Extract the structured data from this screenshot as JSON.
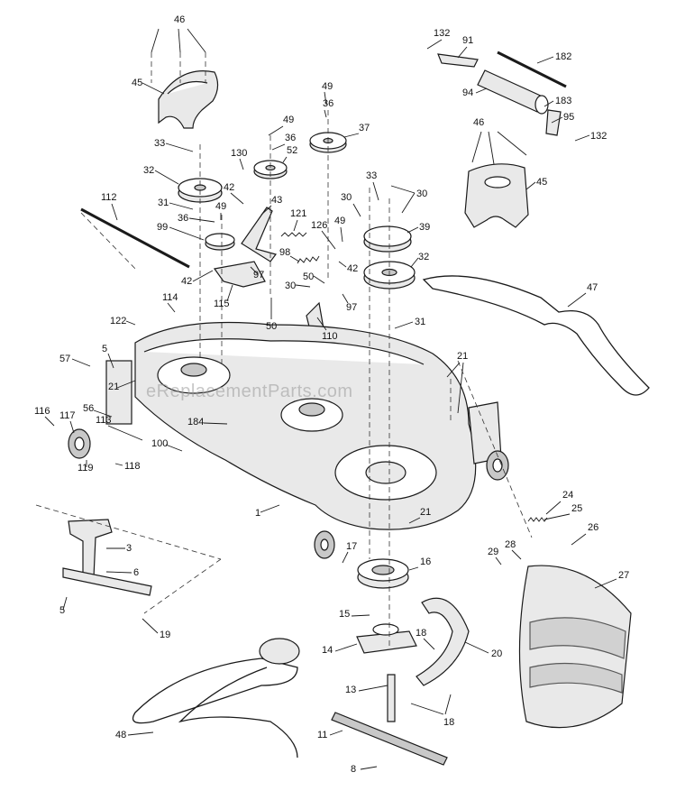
{
  "diagram": {
    "watermark": "eReplacementParts.com",
    "callouts": [
      {
        "id": "c46a",
        "text": "46"
      },
      {
        "id": "c45a",
        "text": "45"
      },
      {
        "id": "c33a",
        "text": "33"
      },
      {
        "id": "c32a",
        "text": "32"
      },
      {
        "id": "c31a",
        "text": "31"
      },
      {
        "id": "c36a",
        "text": "36"
      },
      {
        "id": "c99",
        "text": "99"
      },
      {
        "id": "c49a",
        "text": "49"
      },
      {
        "id": "c42a",
        "text": "42"
      },
      {
        "id": "c112",
        "text": "112"
      },
      {
        "id": "c130",
        "text": "130"
      },
      {
        "id": "c42b",
        "text": "42"
      },
      {
        "id": "c49b",
        "text": "49"
      },
      {
        "id": "c36b",
        "text": "36"
      },
      {
        "id": "c52",
        "text": "52"
      },
      {
        "id": "c43",
        "text": "43"
      },
      {
        "id": "c49c",
        "text": "49"
      },
      {
        "id": "c36c",
        "text": "36"
      },
      {
        "id": "c37",
        "text": "37"
      },
      {
        "id": "c121",
        "text": "121"
      },
      {
        "id": "c98",
        "text": "98"
      },
      {
        "id": "c97a",
        "text": "97"
      },
      {
        "id": "c115",
        "text": "115"
      },
      {
        "id": "c50a",
        "text": "50"
      },
      {
        "id": "c30a",
        "text": "30"
      },
      {
        "id": "c50b",
        "text": "50"
      },
      {
        "id": "c110",
        "text": "110"
      },
      {
        "id": "c97b",
        "text": "97"
      },
      {
        "id": "c126",
        "text": "126"
      },
      {
        "id": "c49d",
        "text": "49"
      },
      {
        "id": "c42c",
        "text": "42"
      },
      {
        "id": "c30b",
        "text": "30"
      },
      {
        "id": "c33b",
        "text": "33"
      },
      {
        "id": "c30c",
        "text": "30"
      },
      {
        "id": "c39",
        "text": "39"
      },
      {
        "id": "c32b",
        "text": "32"
      },
      {
        "id": "c31b",
        "text": "31"
      },
      {
        "id": "c132a",
        "text": "132"
      },
      {
        "id": "c91",
        "text": "91"
      },
      {
        "id": "c182",
        "text": "182"
      },
      {
        "id": "c94",
        "text": "94"
      },
      {
        "id": "c183",
        "text": "183"
      },
      {
        "id": "c95",
        "text": "95"
      },
      {
        "id": "c132b",
        "text": "132"
      },
      {
        "id": "c46b",
        "text": "46"
      },
      {
        "id": "c45b",
        "text": "45"
      },
      {
        "id": "c47",
        "text": "47"
      },
      {
        "id": "c21a",
        "text": "21"
      },
      {
        "id": "c114",
        "text": "114"
      },
      {
        "id": "c122",
        "text": "122"
      },
      {
        "id": "c5a",
        "text": "5"
      },
      {
        "id": "c57",
        "text": "57"
      },
      {
        "id": "c116",
        "text": "116"
      },
      {
        "id": "c117",
        "text": "117"
      },
      {
        "id": "c56",
        "text": "56"
      },
      {
        "id": "c113",
        "text": "113"
      },
      {
        "id": "c184",
        "text": "184"
      },
      {
        "id": "c100",
        "text": "100"
      },
      {
        "id": "c119",
        "text": "119"
      },
      {
        "id": "c118",
        "text": "118"
      },
      {
        "id": "c21b",
        "text": "21"
      },
      {
        "id": "c1",
        "text": "1"
      },
      {
        "id": "c21c",
        "text": "21"
      },
      {
        "id": "c3",
        "text": "3"
      },
      {
        "id": "c6",
        "text": "6"
      },
      {
        "id": "c5b",
        "text": "5"
      },
      {
        "id": "c19",
        "text": "19"
      },
      {
        "id": "c17",
        "text": "17"
      },
      {
        "id": "c16",
        "text": "16"
      },
      {
        "id": "c15",
        "text": "15"
      },
      {
        "id": "c14",
        "text": "14"
      },
      {
        "id": "c18a",
        "text": "18"
      },
      {
        "id": "c20",
        "text": "20"
      },
      {
        "id": "c13",
        "text": "13"
      },
      {
        "id": "c18b",
        "text": "18"
      },
      {
        "id": "c11",
        "text": "11"
      },
      {
        "id": "c8",
        "text": "8"
      },
      {
        "id": "c48",
        "text": "48"
      },
      {
        "id": "c24",
        "text": "24"
      },
      {
        "id": "c25",
        "text": "25"
      },
      {
        "id": "c26",
        "text": "26"
      },
      {
        "id": "c28",
        "text": "28"
      },
      {
        "id": "c29",
        "text": "29"
      },
      {
        "id": "c27",
        "text": "27"
      }
    ]
  }
}
